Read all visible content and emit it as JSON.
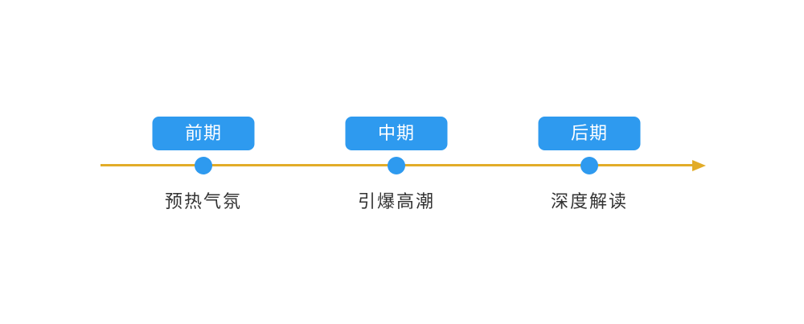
{
  "diagram": {
    "type": "timeline",
    "phases": [
      {
        "badge": "前期",
        "label": "预热气氛"
      },
      {
        "badge": "中期",
        "label": "引爆高潮"
      },
      {
        "badge": "后期",
        "label": "深度解读"
      }
    ],
    "colors": {
      "badge_blue": "#2E9AEF",
      "dot_blue": "#2E9AEF",
      "line_gold": "#E2AC28",
      "badge_text": "#FFFFFF",
      "label_text": "#333333",
      "background": "#FFFFFF"
    }
  }
}
